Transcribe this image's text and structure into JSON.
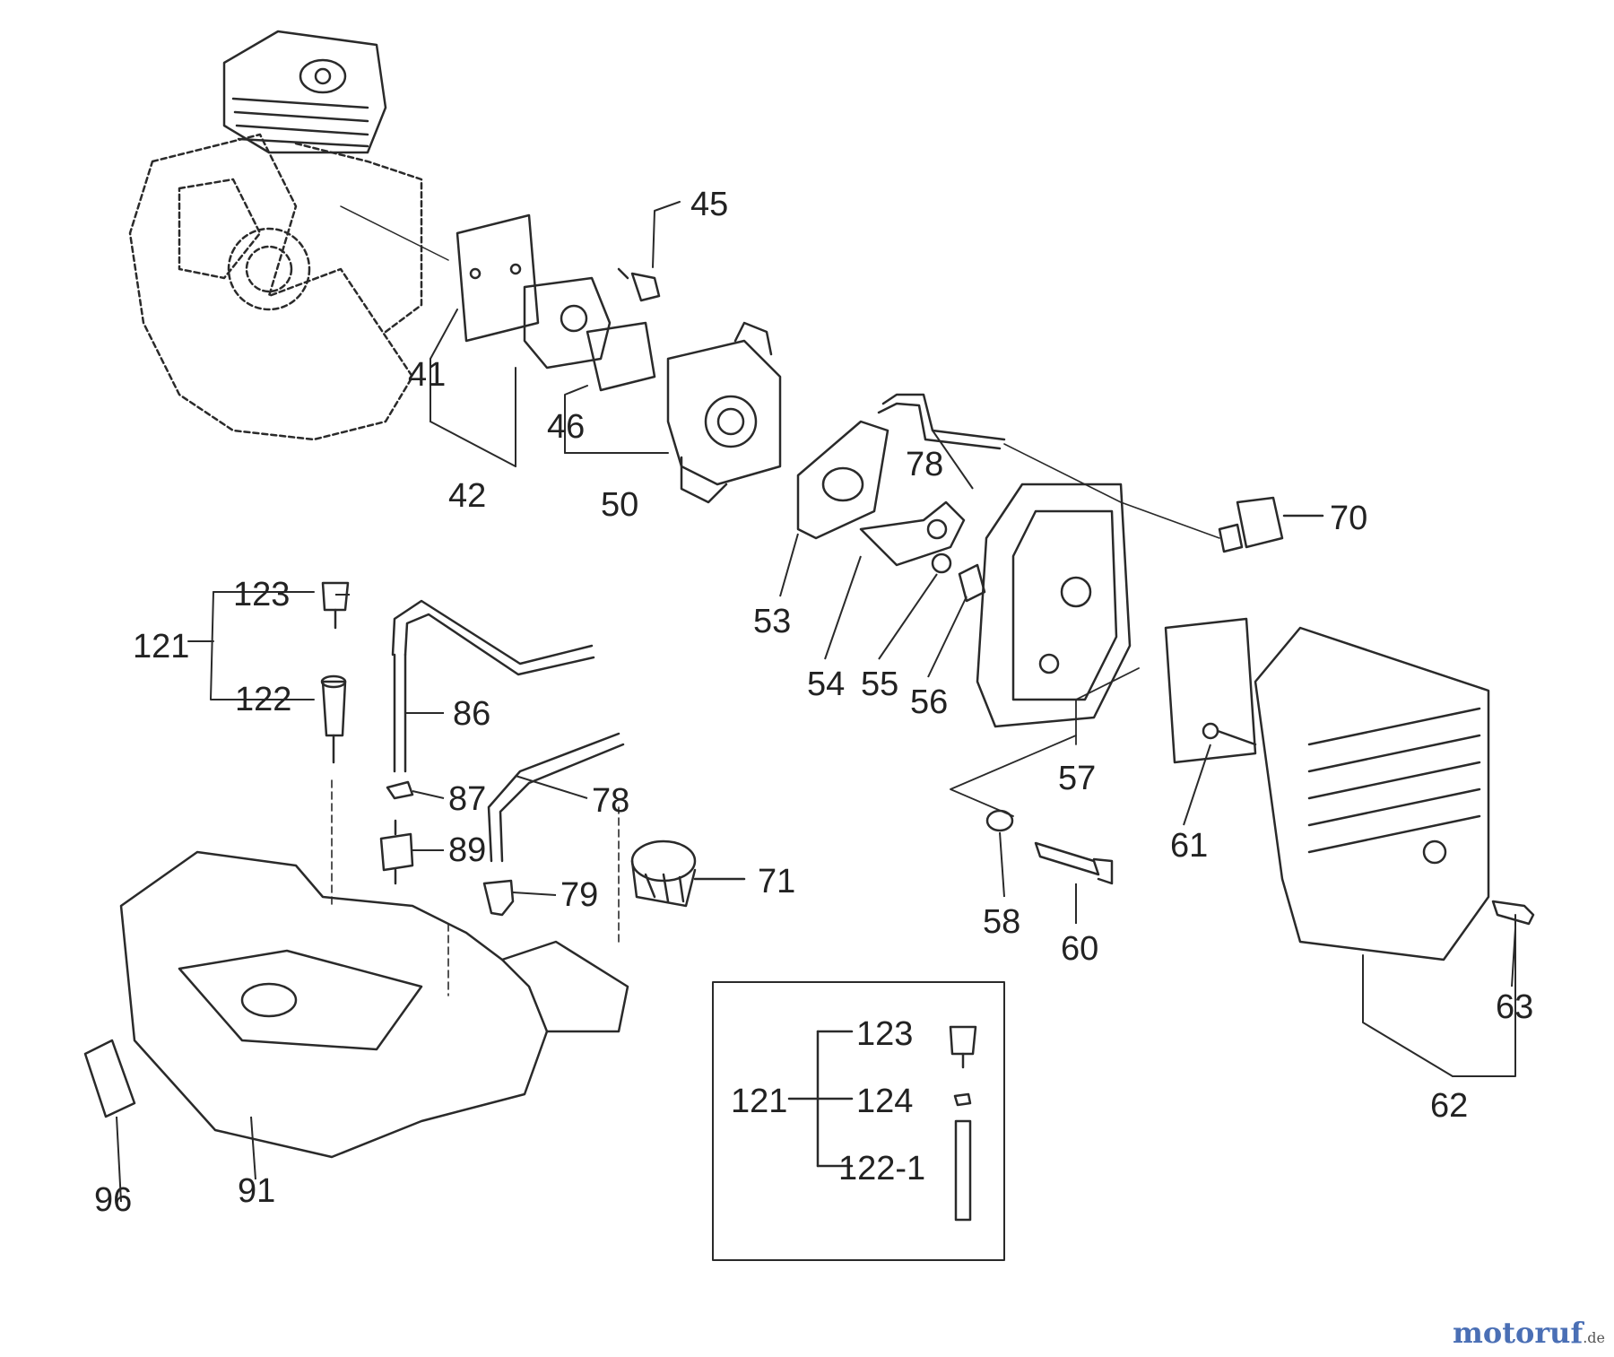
{
  "labels": {
    "p45": "45",
    "p41": "41",
    "p42": "42",
    "p46": "46",
    "p50": "50",
    "p78a": "78",
    "p70": "70",
    "p53": "53",
    "p54": "54",
    "p55": "55",
    "p56": "56",
    "p57": "57",
    "p61": "61",
    "p62": "62",
    "p63": "63",
    "p58": "58",
    "p60": "60",
    "p123": "123",
    "p121": "121",
    "p122": "122",
    "p86": "86",
    "p87": "87",
    "p78b": "78",
    "p89": "89",
    "p79": "79",
    "p71": "71",
    "p96": "96",
    "p91": "91",
    "inset_123": "123",
    "inset_121": "121",
    "inset_124": "124",
    "inset_122_1": "122-1"
  },
  "watermark": {
    "brand": "motoruf",
    "tld": ".de"
  },
  "colors": {
    "line": "#2a2a2a",
    "fill": "#ffffff",
    "brand_blue": "#4a6fb5",
    "brand_orange": "#e08a2a"
  }
}
